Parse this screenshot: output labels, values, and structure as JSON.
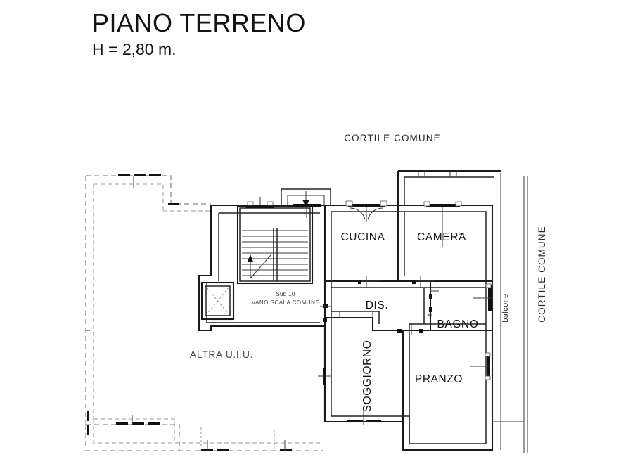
{
  "document": {
    "title": "PIANO TERRENO",
    "subtitle": "H = 2,80 m.",
    "kind": "floor-plan"
  },
  "labels": {
    "cortile_top": "CORTILE COMUNE",
    "cortile_right": "CORTILE COMUNE",
    "balcone": "balcone",
    "altra_uiu": "ALTRA U.I.U.",
    "sub_code": "Sub 10",
    "vano_scala": "VANO SCALA COMUNE"
  },
  "rooms": [
    {
      "id": "cucina",
      "name": "CUCINA"
    },
    {
      "id": "camera",
      "name": "CAMERA"
    },
    {
      "id": "dis",
      "name": "DIS."
    },
    {
      "id": "bagno",
      "name": "BAGNO"
    },
    {
      "id": "soggiorno",
      "name": "SOGGIORNO"
    },
    {
      "id": "pranzo",
      "name": "PRANZO"
    }
  ],
  "colors": {
    "paper": "#ffffff",
    "ink": "#111111",
    "wall": "#1a1a1a",
    "ghost": "#9a9a9a",
    "dashed": "#8d8d8d"
  }
}
